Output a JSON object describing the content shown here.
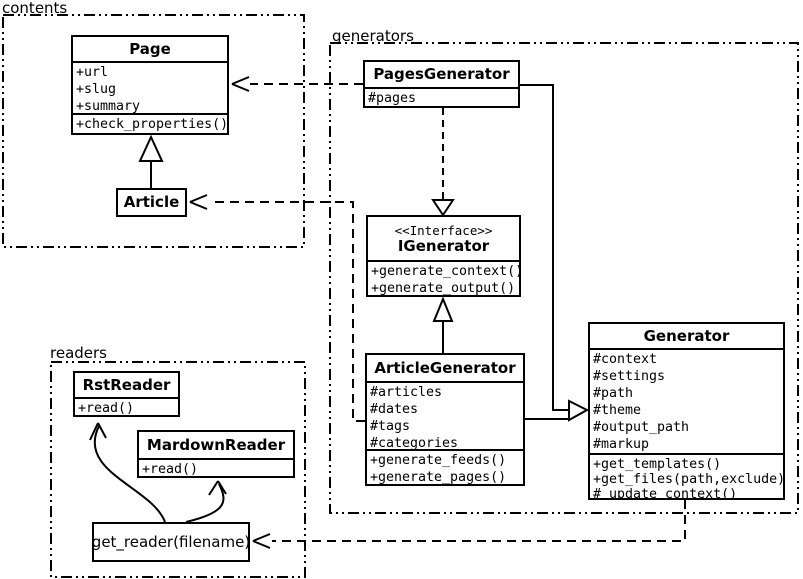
{
  "colors": {
    "stroke": "#000000",
    "background": "#ffffff"
  },
  "packages": {
    "contents": {
      "label": "contents"
    },
    "generators": {
      "label": "generators"
    },
    "readers": {
      "label": "readers"
    }
  },
  "classes": {
    "page": {
      "name": "Page",
      "attributes": [
        "+url",
        "+slug",
        "+summary"
      ],
      "methods": [
        "+check_properties()"
      ]
    },
    "article": {
      "name": "Article"
    },
    "pages_generator": {
      "name": "PagesGenerator",
      "attributes": [
        "#pages"
      ]
    },
    "igenerator": {
      "stereotype": "<<Interface>>",
      "name": "IGenerator",
      "methods": [
        "+generate_context()",
        "+generate_output()"
      ]
    },
    "article_generator": {
      "name": "ArticleGenerator",
      "attributes": [
        "#articles",
        "#dates",
        "#tags",
        "#categories"
      ],
      "methods": [
        "+generate_feeds()",
        "+generate_pages()"
      ]
    },
    "generator": {
      "name": "Generator",
      "attributes": [
        "#context",
        "#settings",
        "#path",
        "#theme",
        "#output_path",
        "#markup"
      ],
      "methods": [
        "+get_templates()",
        "+get_files(path,exclude)",
        "#_update_context()"
      ]
    },
    "rst_reader": {
      "name": "RstReader",
      "methods": [
        "+read()"
      ]
    },
    "mardown_reader": {
      "name": "MardownReader",
      "methods": [
        "+read()"
      ]
    },
    "get_reader": {
      "name": "get_reader(filename)"
    }
  },
  "relationships": [
    {
      "from": "Article",
      "to": "Page",
      "type": "inheritance"
    },
    {
      "from": "PagesGenerator",
      "to": "Page",
      "type": "dependency"
    },
    {
      "from": "ArticleGenerator",
      "to": "Article",
      "type": "dependency"
    },
    {
      "from": "PagesGenerator",
      "to": "IGenerator",
      "type": "realization"
    },
    {
      "from": "ArticleGenerator",
      "to": "IGenerator",
      "type": "inheritance"
    },
    {
      "from": "PagesGenerator",
      "to": "Generator",
      "type": "inheritance"
    },
    {
      "from": "ArticleGenerator",
      "to": "Generator",
      "type": "inheritance"
    },
    {
      "from": "Generator",
      "to": "get_reader(filename)",
      "type": "dependency"
    },
    {
      "from": "get_reader(filename)",
      "to": "RstReader",
      "type": "arrow"
    },
    {
      "from": "get_reader(filename)",
      "to": "MardownReader",
      "type": "arrow"
    }
  ]
}
